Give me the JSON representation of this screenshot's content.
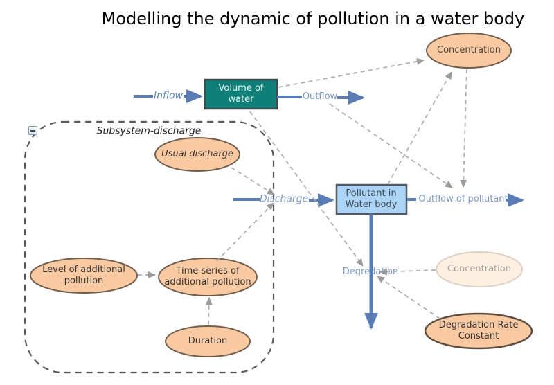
{
  "title": "Modelling the dynamic of pollution in a water body",
  "subsystem": {
    "label": "Subsystem-discharge",
    "collapse_icon": "minus-box-icon"
  },
  "stocks": {
    "volume": {
      "lines": [
        "Volume of",
        "water"
      ]
    },
    "pollutant": {
      "lines": [
        "Pollutant in",
        "Water body"
      ]
    }
  },
  "variables": {
    "concentration_top": {
      "label": "Concentration"
    },
    "usual_discharge": {
      "label": "Usual discharge"
    },
    "level_additional_pollution": {
      "lines": [
        "Level of additional",
        "pollution"
      ]
    },
    "time_series_additional_pollution": {
      "lines": [
        "Time series of",
        "additional pollution"
      ]
    },
    "duration": {
      "label": "Duration"
    },
    "concentration_faded": {
      "label": "Concentration"
    },
    "degradation_rate_constant": {
      "lines": [
        "Degradation Rate",
        "Constant"
      ]
    }
  },
  "flows": {
    "inflow": {
      "label": "Inflow"
    },
    "outflow": {
      "label": "Outflow"
    },
    "discharge": {
      "label": "Discharge"
    },
    "outflow_of_pollutant": {
      "label": "Outflow of pollutant"
    },
    "degradation": {
      "label": "Degredation"
    }
  },
  "colors": {
    "stock_volume_fill": "#0f7f78",
    "stock_pollutant_fill": "#abd4f6",
    "variable_fill": "#f9c9a1",
    "variable_fill_faded": "#fdf0e3",
    "flow_arrow": "#5b7db3",
    "flow_label": "#7d99c4",
    "connector": "#b0afad",
    "subsystem_border": "#5a5a5a"
  }
}
